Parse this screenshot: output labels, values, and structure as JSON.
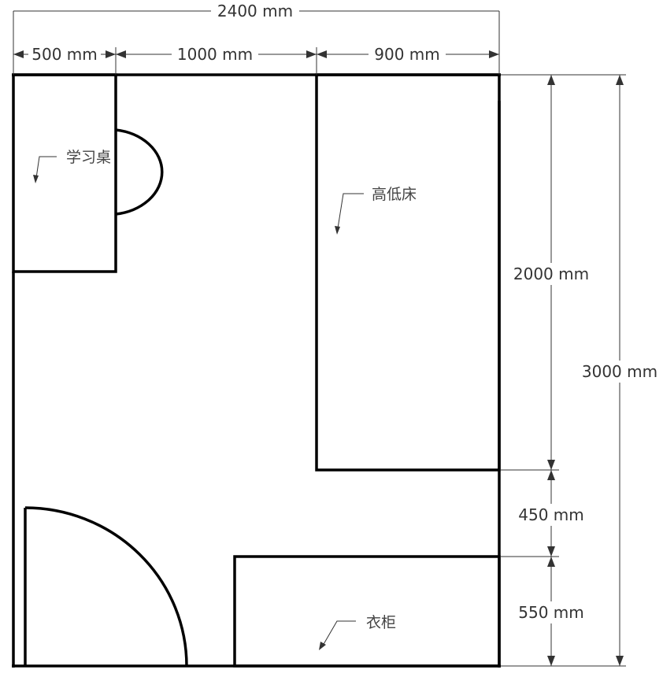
{
  "dimensions": {
    "total_width": "2400 mm",
    "desk_width": "500 mm",
    "middle_width": "1000 mm",
    "bed_width": "900 mm",
    "bed_length": "2000 mm",
    "gap_length": "450 mm",
    "wardrobe_depth": "550 mm",
    "total_length": "3000 mm"
  },
  "labels": {
    "desk": "学习桌",
    "bed": "高低床",
    "wardrobe": "衣柜"
  }
}
